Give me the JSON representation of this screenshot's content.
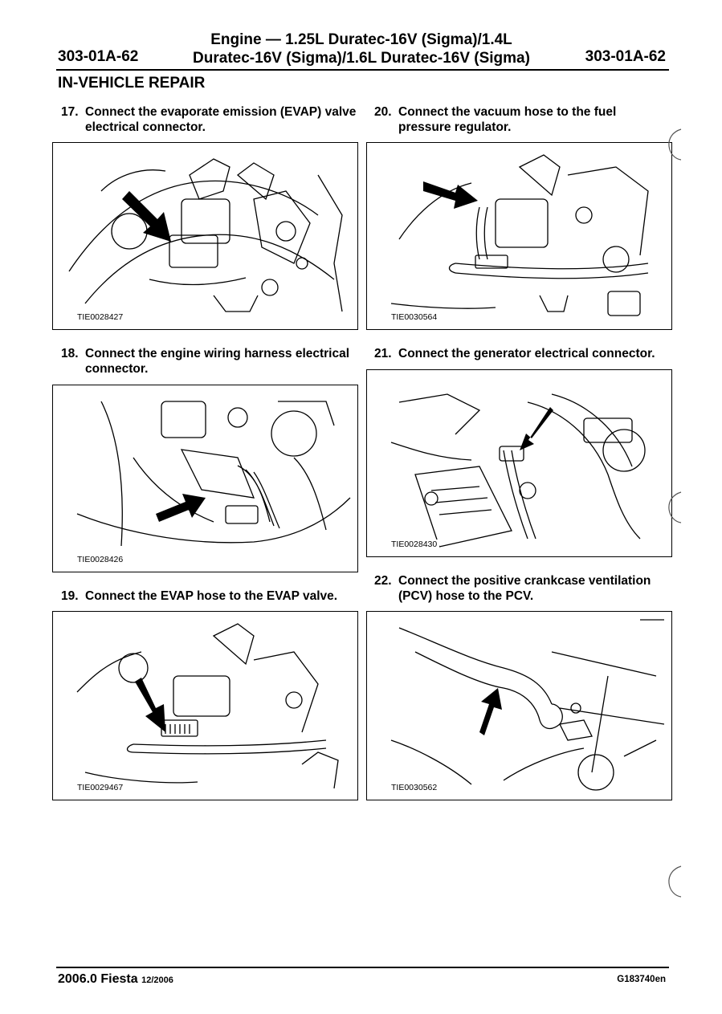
{
  "header": {
    "page_number_left": "303-01A-62",
    "title_line1": "Engine — 1.25L Duratec-16V (Sigma)/1.4L",
    "title_line2": "Duratec-16V (Sigma)/1.6L Duratec-16V (Sigma)",
    "page_number_right": "303-01A-62"
  },
  "section_title": "IN-VEHICLE REPAIR",
  "steps": [
    {
      "num": "17.",
      "text": "Connect the evaporate emission (EVAP) valve electrical connector.",
      "figure": "TIE0028427"
    },
    {
      "num": "18.",
      "text": "Connect the engine wiring harness electrical connector.",
      "figure": "TIE0028426"
    },
    {
      "num": "19.",
      "text": "Connect the EVAP hose to the EVAP valve.",
      "figure": "TIE0029467"
    },
    {
      "num": "20.",
      "text": "Connect the vacuum hose to the fuel pressure regulator.",
      "figure": "TIE0030564"
    },
    {
      "num": "21.",
      "text": "Connect the generator electrical connector.",
      "figure": "TIE0028430"
    },
    {
      "num": "22.",
      "text": "Connect the positive crankcase ventilation (PCV) hose to the PCV.",
      "figure": "TIE0030562"
    }
  ],
  "footer": {
    "model": "2006.0 Fiesta",
    "date": "12/2006",
    "doc_code": "G183740en"
  }
}
